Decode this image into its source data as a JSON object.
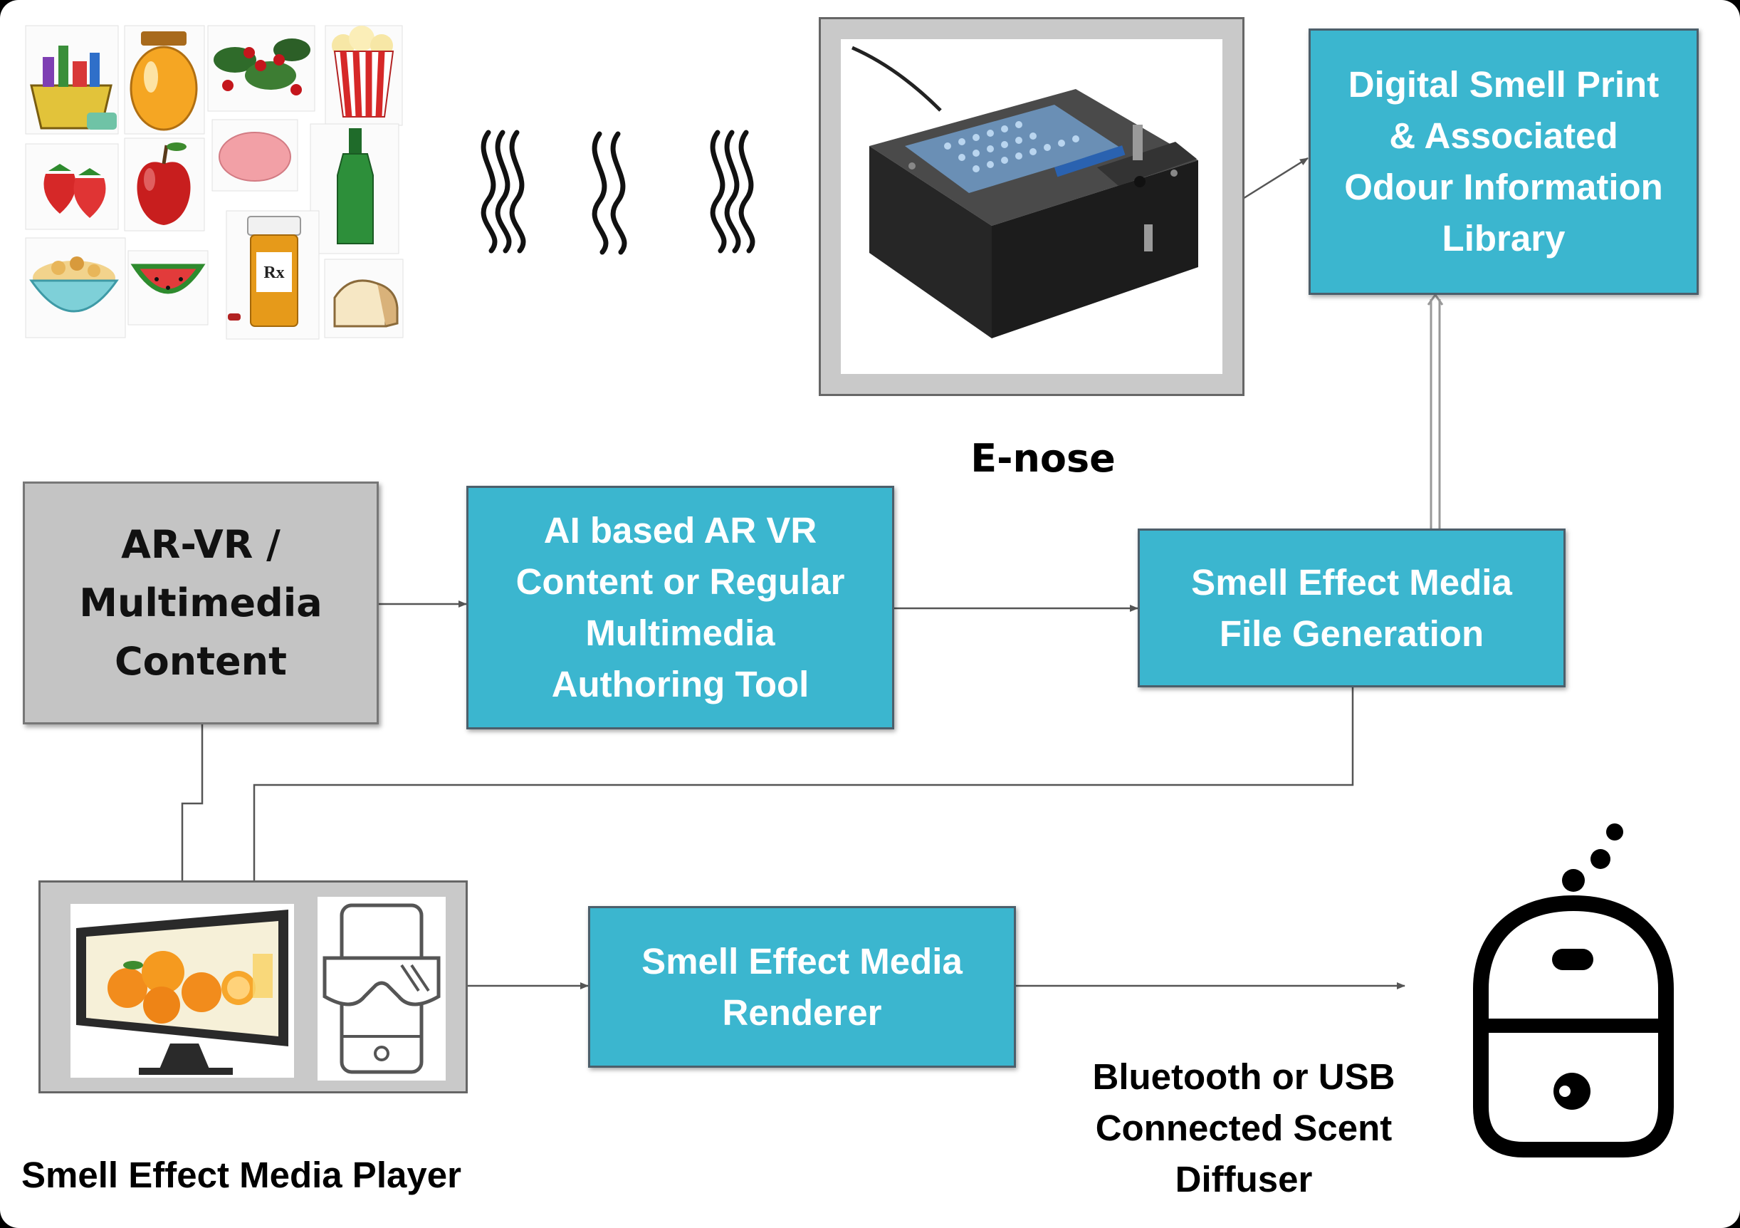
{
  "nodes": {
    "library": "Digital Smell Print\n& Associated\nOdour Information\nLibrary",
    "content": "AR-VR /\nMultimedia\nContent",
    "authoring": "AI based AR VR\nContent or Regular\nMultimedia\nAuthoring Tool",
    "generation": "Smell Effect Media\nFile Generation",
    "renderer": "Smell Effect Media\nRenderer"
  },
  "labels": {
    "enose": "E-nose",
    "player": "Smell Effect Media Player",
    "diffuser": "Bluetooth or USB\nConnected Scent\nDiffuser",
    "rx": "Rx"
  },
  "icons": {
    "odour_sources": [
      "basket-icon",
      "honey-jar-icon",
      "holly-icon",
      "popcorn-icon",
      "strawberries-icon",
      "apple-icon",
      "soap-icon",
      "bottle-icon",
      "cereal-bowl-icon",
      "watermelon-icon",
      "pill-bottle-icon",
      "bread-icon"
    ],
    "smell": "smell-waves-icon",
    "enose": "enose-device-photo",
    "monitor": "monitor-oranges-icon",
    "vr": "vr-phone-icon",
    "diffuser": "scent-diffuser-icon"
  },
  "colors": {
    "teal_box": "#3bb6cf",
    "grey_box": "#c4c4c4",
    "connector": "#555555"
  }
}
